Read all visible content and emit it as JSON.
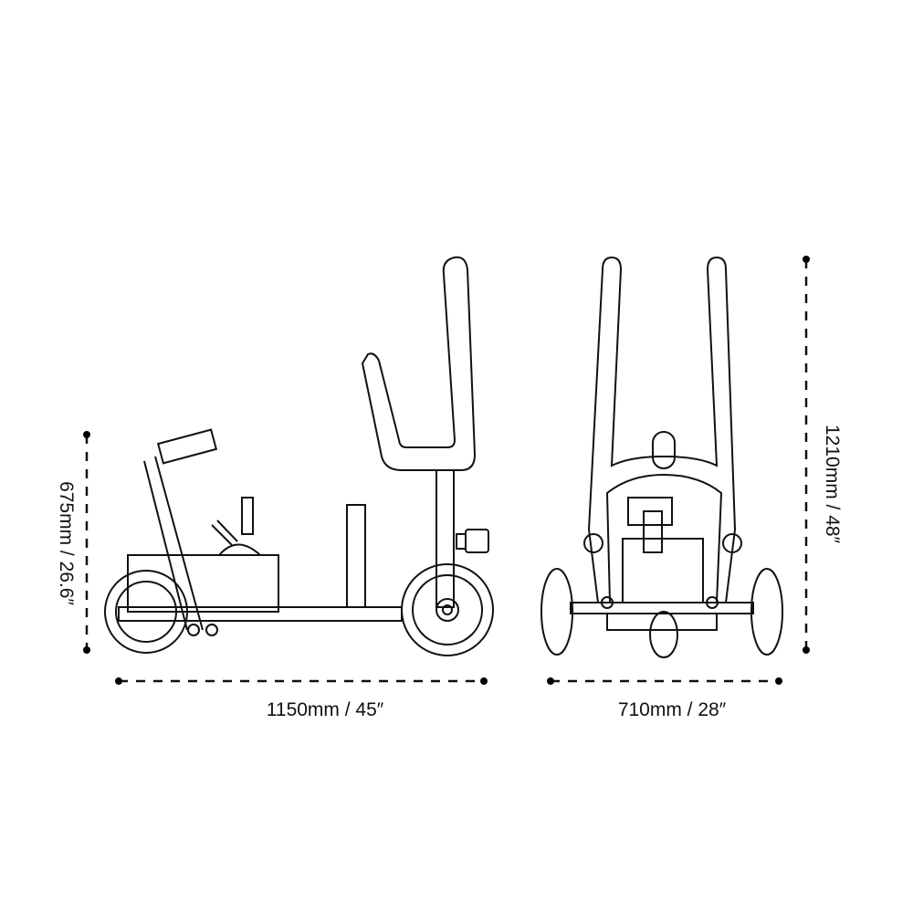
{
  "dimensions": {
    "side_height": "675mm / 26.6″",
    "side_length": "1150mm / 45″",
    "front_width": "710mm / 28″",
    "front_height": "1210mm / 48″"
  }
}
